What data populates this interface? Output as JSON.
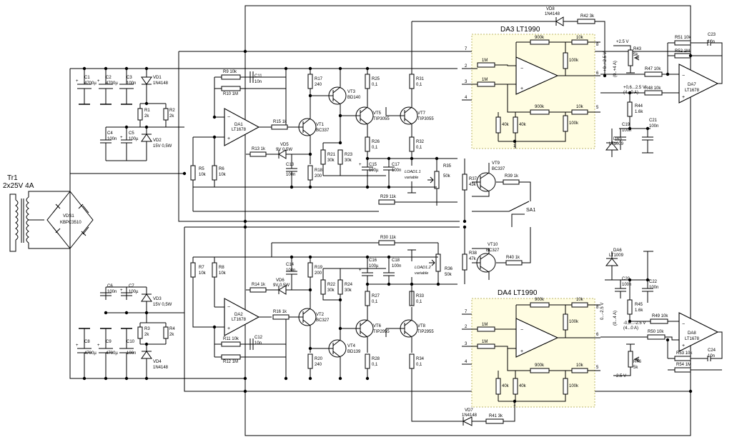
{
  "transformer": {
    "ref": "Tr1",
    "value": "2x25V 4A"
  },
  "bridge": {
    "ref": "VDS1",
    "value": "KBPC3510"
  },
  "ics": {
    "da1": {
      "ref": "DA1",
      "value": "LT1678"
    },
    "da2": {
      "ref": "DA2",
      "value": "LT1678"
    },
    "da3": {
      "title": "DA3 LT1990"
    },
    "da4": {
      "title": "DA4 LT1990"
    },
    "da5": {
      "ref": "DA5",
      "value": "LT1009"
    },
    "da6": {
      "ref": "DA6",
      "value": "LT1009"
    },
    "da7": {
      "ref": "DA7",
      "value": "LT1678"
    },
    "da8": {
      "ref": "DA8",
      "value": "LT1678"
    }
  },
  "caps": {
    "c1": {
      "ref": "C1",
      "value": "4700µ"
    },
    "c2": {
      "ref": "C2",
      "value": "4700µ"
    },
    "c3": {
      "ref": "C3",
      "value": "100n"
    },
    "c4": {
      "ref": "C4",
      "value": "100n"
    },
    "c5": {
      "ref": "C5",
      "value": "100µ"
    },
    "c6": {
      "ref": "C6",
      "value": "100n"
    },
    "c7": {
      "ref": "C7",
      "value": "100µ"
    },
    "c8": {
      "ref": "C8",
      "value": "4700µ"
    },
    "c9": {
      "ref": "C9",
      "value": "4700µ"
    },
    "c10": {
      "ref": "C10",
      "value": "100n"
    },
    "c11": {
      "ref": "C11",
      "value": "10n"
    },
    "c12": {
      "ref": "C12",
      "value": "10n"
    },
    "c13": {
      "ref": "C13",
      "value": "100n"
    },
    "c14": {
      "ref": "C14",
      "value": "100n"
    },
    "c15": {
      "ref": "C15",
      "value": "100µ"
    },
    "c16": {
      "ref": "C16",
      "value": "100µ"
    },
    "c17": {
      "ref": "C17",
      "value": "100n"
    },
    "c18": {
      "ref": "C18",
      "value": "100n"
    },
    "c19": {
      "ref": "C19",
      "value": "100n"
    },
    "c20": {
      "ref": "C20",
      "value": "100n"
    },
    "c21": {
      "ref": "C21",
      "value": "100n"
    },
    "c22": {
      "ref": "C22",
      "value": "100n"
    },
    "c23": {
      "ref": "C23",
      "value": "10n"
    },
    "c24": {
      "ref": "C24",
      "value": "10n"
    }
  },
  "resistors": {
    "r1": {
      "ref": "R1",
      "value": "2k"
    },
    "r2": {
      "ref": "R2",
      "value": "2k"
    },
    "r3": {
      "ref": "R3",
      "value": "2k"
    },
    "r4": {
      "ref": "R4",
      "value": "2k"
    },
    "r5": {
      "ref": "R5",
      "value": "10k"
    },
    "r6": {
      "ref": "R6",
      "value": "10k"
    },
    "r7": {
      "ref": "R7",
      "value": "10k"
    },
    "r8": {
      "ref": "R8",
      "value": "10k"
    },
    "r9": {
      "label": "R9 10k"
    },
    "r10": {
      "label": "R10 1M"
    },
    "r11": {
      "label": "R11 10k"
    },
    "r12": {
      "label": "R12 1M"
    },
    "r13": {
      "label": "R13 1k"
    },
    "r14": {
      "label": "R14 1k"
    },
    "r15": {
      "label": "R15 1k"
    },
    "r16": {
      "label": "R16 1k"
    },
    "r17": {
      "ref": "R17",
      "value": "240"
    },
    "r18": {
      "ref": "R18",
      "value": "200"
    },
    "r19": {
      "ref": "R19",
      "value": "200"
    },
    "r20": {
      "ref": "R20",
      "value": "240"
    },
    "r21": {
      "ref": "R21",
      "value": "30k"
    },
    "r22": {
      "ref": "R22",
      "value": "30k"
    },
    "r23": {
      "ref": "R23",
      "value": "30k"
    },
    "r24": {
      "ref": "R24",
      "value": "30k"
    },
    "r25": {
      "ref": "R25",
      "value": "0,1"
    },
    "r26": {
      "ref": "R26",
      "value": "0,1"
    },
    "r27": {
      "ref": "R27",
      "value": "0,1"
    },
    "r28": {
      "ref": "R28",
      "value": "0,1"
    },
    "r29": {
      "label": "R29 11k"
    },
    "r30": {
      "label": "R30 11k"
    },
    "r31": {
      "ref": "R31",
      "value": "0,1"
    },
    "r32": {
      "ref": "R32",
      "value": "0,1"
    },
    "r33": {
      "ref": "R33",
      "value": "0,1"
    },
    "r34": {
      "ref": "R34",
      "value": "0,1"
    },
    "r35": {
      "ref": "R35",
      "value": "50k"
    },
    "r36": {
      "ref": "R36",
      "value": "50k"
    },
    "r37": {
      "ref": "R37",
      "value": "43k"
    },
    "r38": {
      "ref": "R38",
      "value": "47k"
    },
    "r39": {
      "label": "R39 1k"
    },
    "r40": {
      "label": "R40 1k"
    },
    "r41": {
      "label": "R41 3k"
    },
    "r42": {
      "label": "R42 3k"
    },
    "r43": {
      "ref": "R43",
      "value": "5k"
    },
    "r44": {
      "ref": "R44",
      "value": "1.6k"
    },
    "r45": {
      "ref": "R45",
      "value": "1.6k"
    },
    "r46": {
      "ref": "R46",
      "value": "5k"
    },
    "r47": {
      "label": "R47 10k"
    },
    "r48": {
      "label": "R48 10k"
    },
    "r49": {
      "label": "R49 10k"
    },
    "r50": {
      "label": "R50 10k"
    },
    "r51": {
      "label": "R51 10k"
    },
    "r52": {
      "label": "R52 1M"
    },
    "r53": {
      "label": "R53 10k"
    },
    "r54": {
      "label": "R54 1M"
    }
  },
  "diodes": {
    "vd1": {
      "ref": "VD1",
      "value": "1N4148"
    },
    "vd2": {
      "ref": "VD2",
      "value": "15V 0,5W"
    },
    "vd3": {
      "ref": "VD3",
      "value": "15V 0,5W"
    },
    "vd4": {
      "ref": "VD4",
      "value": "1N4148"
    },
    "vd5": {
      "ref": "VD5",
      "value": "9V 0,5W"
    },
    "vd6": {
      "ref": "VD6",
      "value": "9V 0,5W"
    },
    "vd7": {
      "ref": "VD7",
      "value": "1N4148"
    },
    "vd8": {
      "ref": "VD8",
      "value": "1N4148"
    }
  },
  "transistors": {
    "vt1": {
      "ref": "VT1",
      "value": "BC337"
    },
    "vt2": {
      "ref": "VT2",
      "value": "BC327"
    },
    "vt3": {
      "ref": "VT3",
      "value": "BD140"
    },
    "vt4": {
      "ref": "VT4",
      "value": "BD139"
    },
    "vt5": {
      "ref": "VT5",
      "value": "TIP3055"
    },
    "vt6": {
      "ref": "VT6",
      "value": "TIP2955"
    },
    "vt7": {
      "ref": "VT7",
      "value": "TIP3055"
    },
    "vt8": {
      "ref": "VT8",
      "value": "TIP2955"
    },
    "vt9": {
      "ref": "VT9",
      "value": "BC337"
    },
    "vt10": {
      "ref": "VT10",
      "value": "BC327"
    }
  },
  "loads": {
    "load1": {
      "ref": "LOAD1.1",
      "value": "variable"
    },
    "load2": {
      "ref": "LOAD1.2",
      "value": "variable"
    }
  },
  "switch": {
    "ref": "SA1"
  },
  "da_internal": {
    "r900k": "900k",
    "r10k": "10k",
    "r100k": "100k",
    "r1m": "1M",
    "r40k": "40k",
    "pins": [
      "1",
      "2",
      "3",
      "4",
      "5",
      "6",
      "7",
      "8"
    ]
  },
  "notes": {
    "plus25": "+2.5 V",
    "minus25": "-2.5 V",
    "top_range": "+0..+2.5 V",
    "top_range2": "(0..+4 A)",
    "top_range3": "+0,6...2.5 V",
    "top_range4": "(4...0 A)",
    "bot_range": "0...-2.5 V",
    "bot_range2": "(0...4 A)",
    "bot_range3": "-0,6...-2.5 V",
    "bot_range4": "(4...0 A)"
  }
}
